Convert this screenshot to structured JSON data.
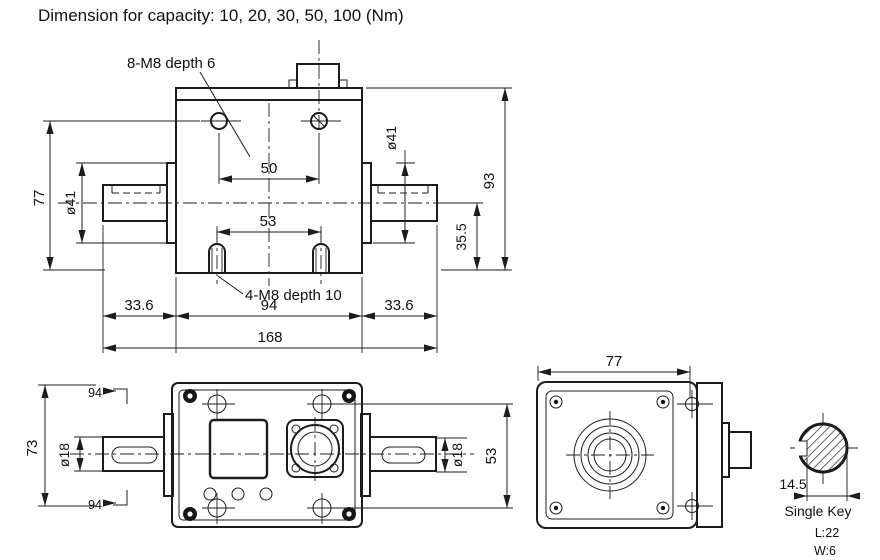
{
  "title": "Dimension for capacity: 10, 20, 30, 50, 100 (Nm)",
  "front_view": {
    "callouts": {
      "top_holes": "8-M8 depth 6",
      "bottom_holes": "4-M8 depth 10"
    },
    "dims": {
      "hole_spacing_top": "50",
      "stud_spacing": "53",
      "left_shaft_len": "33.6",
      "body_width": "94",
      "right_shaft_len": "33.6",
      "total_length": "168",
      "left_height": "77",
      "left_shaft_dia": "ø41",
      "right_shaft_dia": "ø41",
      "overall_height": "93",
      "center_to_base": "35.5"
    }
  },
  "plan_view": {
    "dims": {
      "body_height": "73",
      "left_shaft_dia": "ø18",
      "right_shaft_dia": "ø18",
      "hole_row_spacing": "53"
    },
    "section_marker": "94"
  },
  "end_view": {
    "dims": {
      "body_width": "77"
    }
  },
  "key_detail": {
    "dim_across": "14.5",
    "caption": "Single Key",
    "length": "L:22",
    "width": "W:6"
  },
  "colors": {
    "ink": "#1c1c1c",
    "paper": "#ffffff"
  }
}
